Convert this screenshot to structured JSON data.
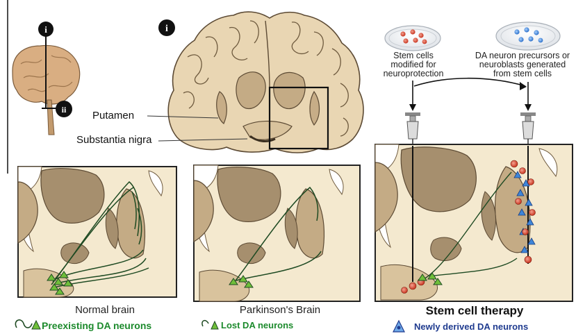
{
  "markers": {
    "marker_i": "i",
    "marker_ii": "ii"
  },
  "coronal": {
    "putamen_label": "Putamen",
    "substantia_label": "Substantia nigra"
  },
  "therapy": {
    "dish1_label": "Stem cells\nmodified for\nneuroprotection",
    "dish2_label": "DA neuron precursors or\nneuroblasts generated\nfrom stem cells"
  },
  "panels": {
    "normal": {
      "caption": "Normal brain",
      "legend": "Preexisting DA neurons"
    },
    "parkinson": {
      "caption": "Parkinson's Brain",
      "legend": "Lost DA neurons"
    },
    "stem": {
      "caption": "Stem cell therapy",
      "legend": "Newly derived DA neurons"
    }
  },
  "colors": {
    "tissue": "#c4ab85",
    "tissue_dark": "#8e7755",
    "background_tissue": "#f4e9cf",
    "legend_green": "#1c8a2c",
    "legend_blue": "#1f3b8f",
    "neuron_red": "#c8341f",
    "neuron_blue": "#3f86d9",
    "fiber": "#1e4a22"
  }
}
